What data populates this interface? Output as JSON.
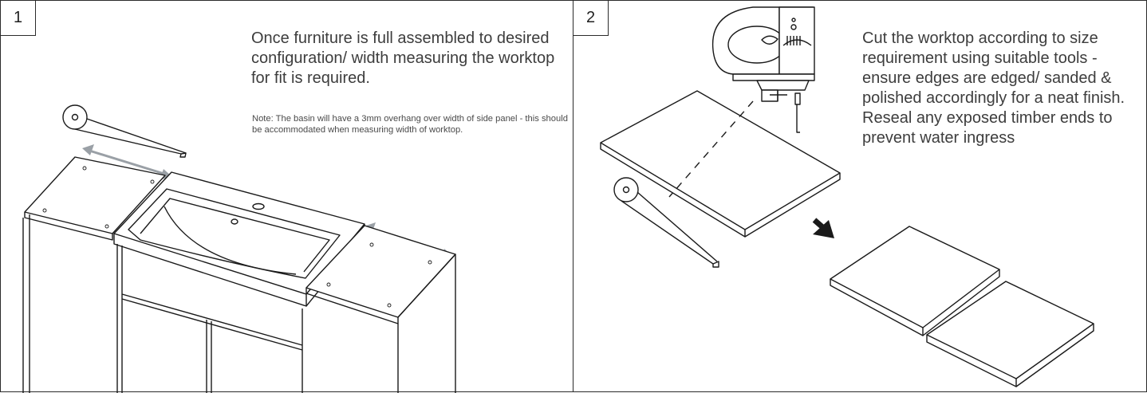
{
  "steps": [
    {
      "number": "1",
      "instruction": "Once furniture is full assembled to desired configuration/ width measuring the worktop for fit is required.",
      "note": "Note: The basin will have a 3mm overhang over width of side panel - this should be accommodated when measuring width of worktop."
    },
    {
      "number": "2",
      "instruction": "Cut the worktop according to size requirement using suitable tools - ensure edges are edged/ sanded & polished accordingly for a neat finish. Reseal any exposed timber ends to prevent water ingress"
    }
  ],
  "colors": {
    "line": "#1a1a1a",
    "measure_arrow": "#9aa0a6",
    "text": "#3d3d3d"
  }
}
